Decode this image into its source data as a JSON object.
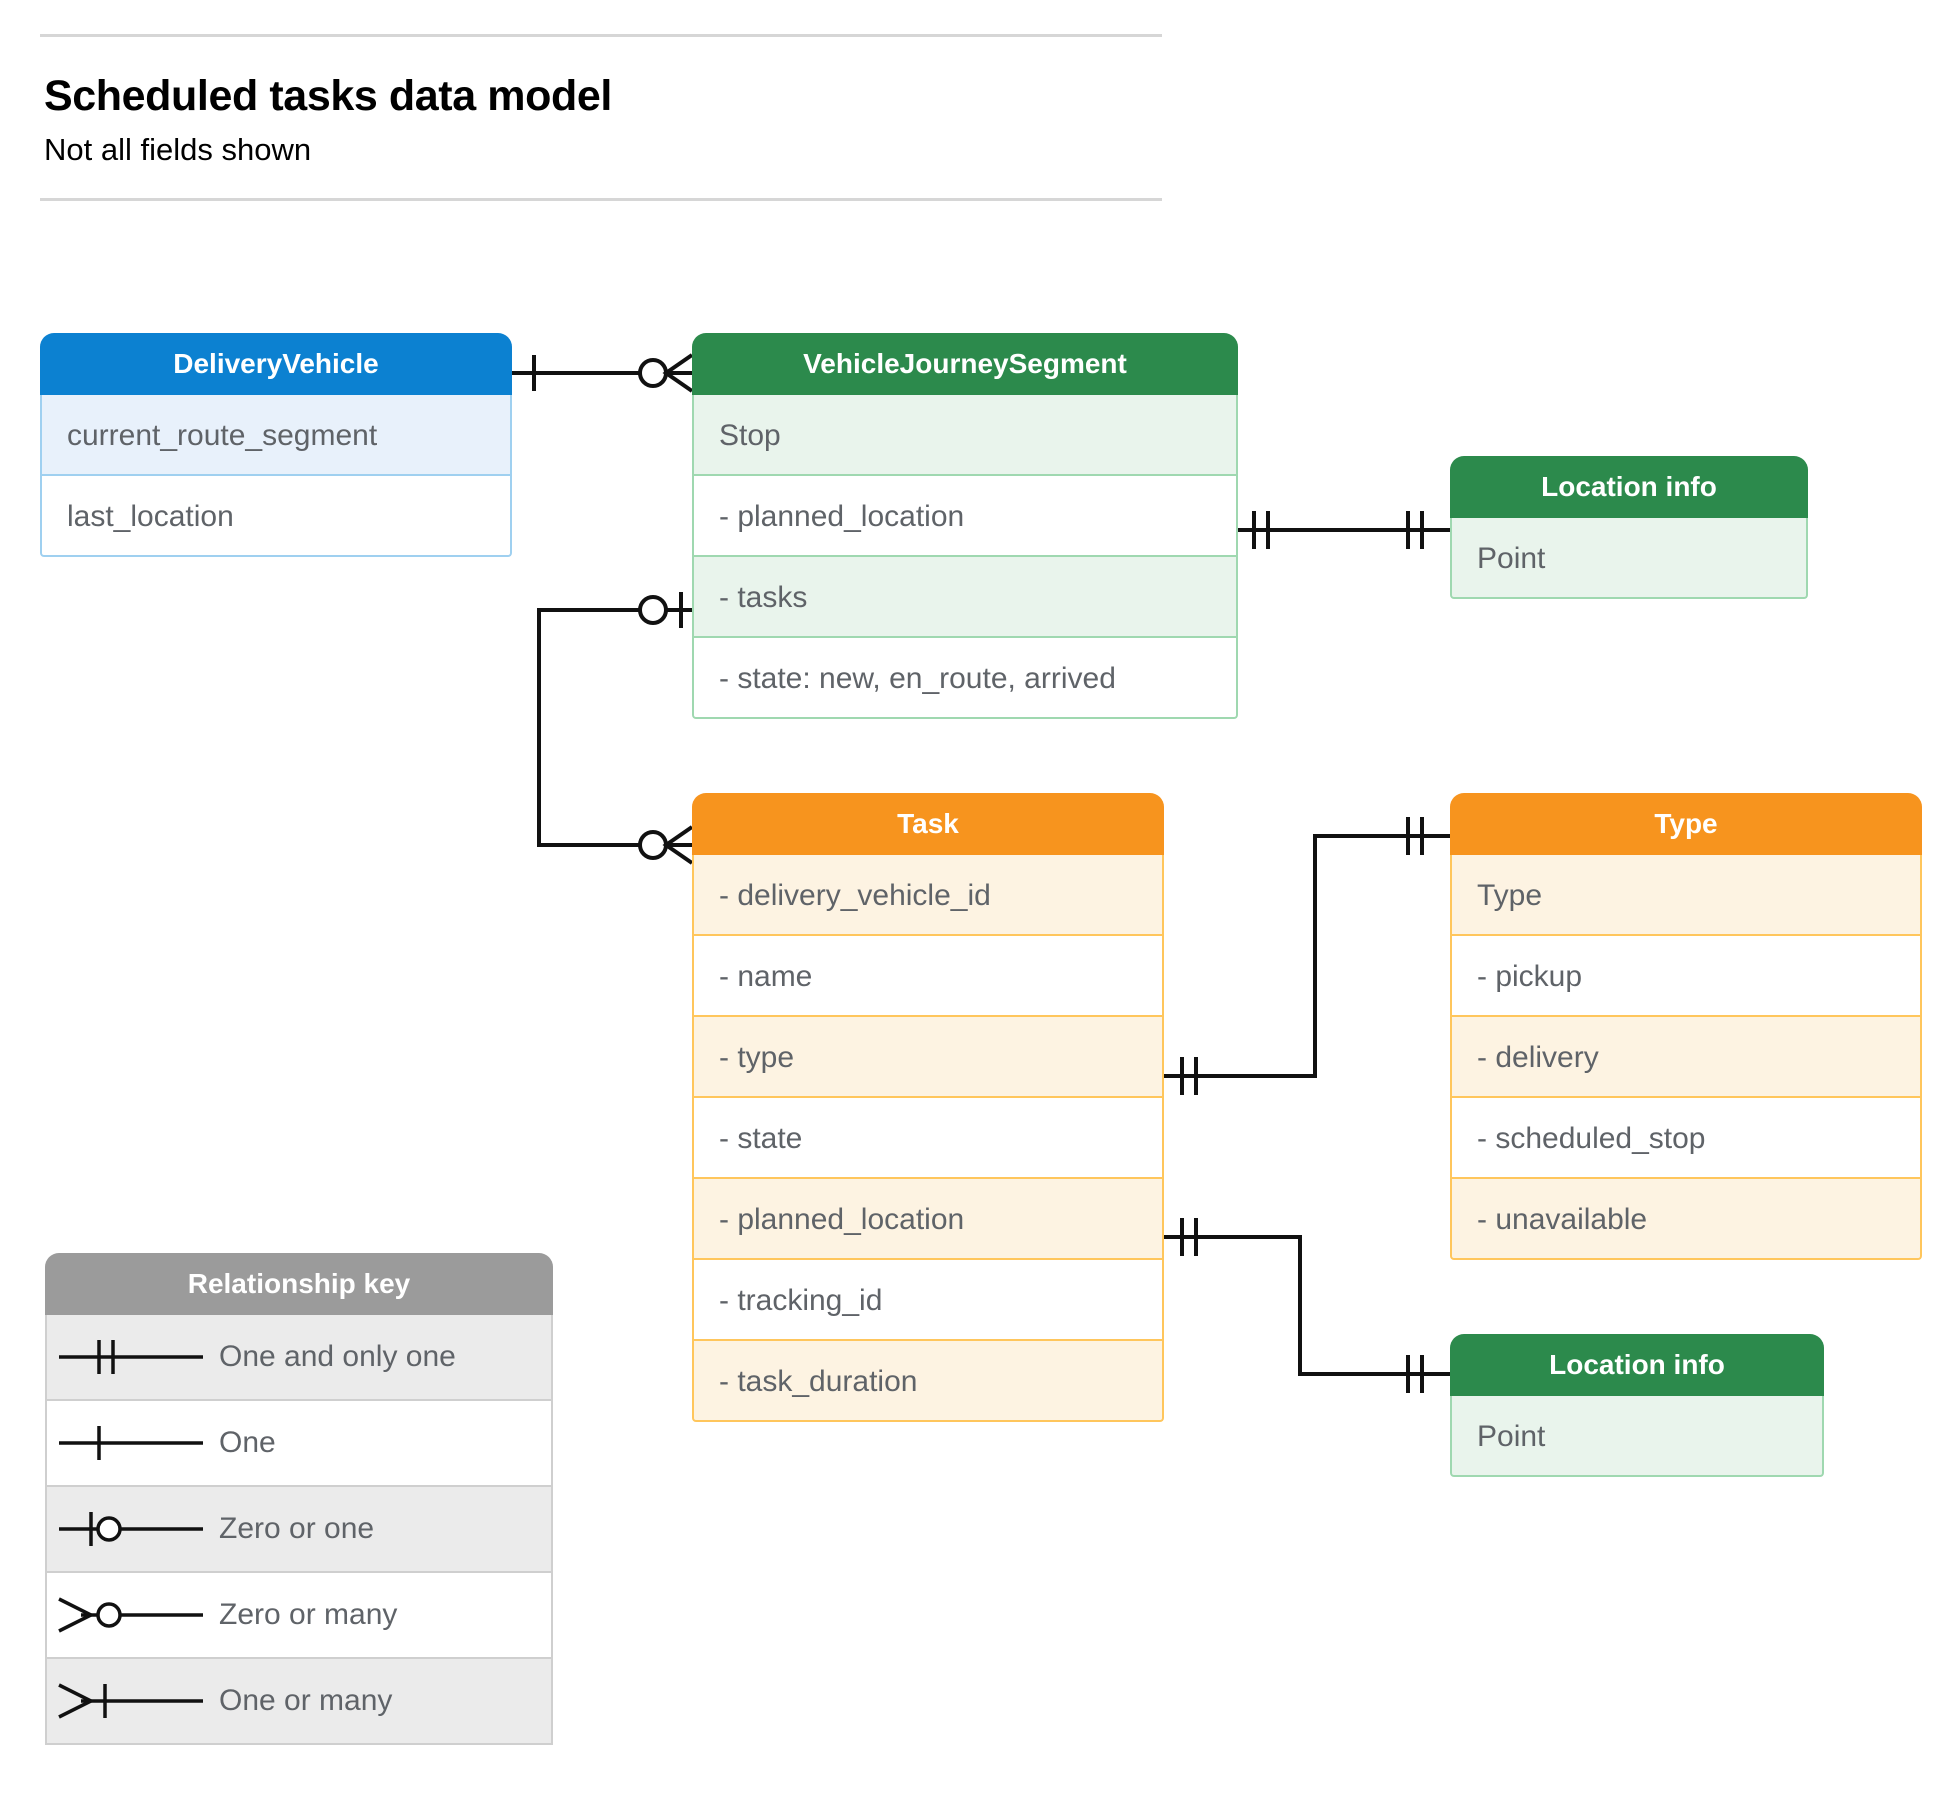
{
  "header": {
    "title": "Scheduled tasks data model",
    "subtitle": "Not all fields shown"
  },
  "colors": {
    "blue_header": "#0c81d1",
    "blue_row": "#e8f1fb",
    "blue_border": "#9fd0f0",
    "green_header": "#2c8a4c",
    "green_row": "#e9f4ec",
    "green_border": "#9fd8b0",
    "orange_header": "#f7941e",
    "orange_row": "#fdf3e2",
    "orange_border": "#ffc65c",
    "gray_header": "#9b9b9b",
    "gray_row": "#ebebeb",
    "gray_border": "#cfcfcf",
    "text": "#5f6368",
    "line": "#111111"
  },
  "entities": {
    "delivery_vehicle": {
      "title": "DeliveryVehicle",
      "rows": [
        "current_route_segment",
        "last_location"
      ]
    },
    "vehicle_journey_segment": {
      "title": "VehicleJourneySegment",
      "rows": [
        "Stop",
        "-  planned_location",
        "- tasks",
        "- state: new, en_route, arrived"
      ]
    },
    "location_info_1": {
      "title": "Location info",
      "rows": [
        "Point"
      ]
    },
    "task": {
      "title": "Task",
      "rows": [
        "- delivery_vehicle_id",
        "- name",
        "- type",
        "- state",
        "- planned_location",
        "- tracking_id",
        "- task_duration"
      ]
    },
    "type": {
      "title": "Type",
      "rows": [
        "Type",
        "-   pickup",
        "-   delivery",
        "-   scheduled_stop",
        "-   unavailable"
      ]
    },
    "location_info_2": {
      "title": "Location info",
      "rows": [
        "Point"
      ]
    }
  },
  "relationship_key": {
    "title": "Relationship key",
    "items": [
      {
        "glyph": "one-and-only-one-icon",
        "label": "One and only one"
      },
      {
        "glyph": "one-icon",
        "label": "One"
      },
      {
        "glyph": "zero-or-one-icon",
        "label": "Zero or one"
      },
      {
        "glyph": "zero-or-many-icon",
        "label": "Zero or many"
      },
      {
        "glyph": "one-or-many-icon",
        "label": "One or many"
      }
    ]
  },
  "relationships": [
    {
      "from": "DeliveryVehicle",
      "from_cardinality": "One",
      "to": "VehicleJourneySegment",
      "to_cardinality": "Zero or many"
    },
    {
      "from": "VehicleJourneySegment.planned_location",
      "from_cardinality": "One and only one",
      "to": "Location info",
      "to_cardinality": "One and only one"
    },
    {
      "from": "VehicleJourneySegment.tasks",
      "from_cardinality": "Zero or one",
      "to": "Task",
      "to_cardinality": "Zero or many"
    },
    {
      "from": "Task.type",
      "from_cardinality": "One and only one",
      "to": "Type",
      "to_cardinality": "One and only one"
    },
    {
      "from": "Task.planned_location",
      "from_cardinality": "One and only one",
      "to": "Location info",
      "to_cardinality": "One and only one"
    }
  ]
}
